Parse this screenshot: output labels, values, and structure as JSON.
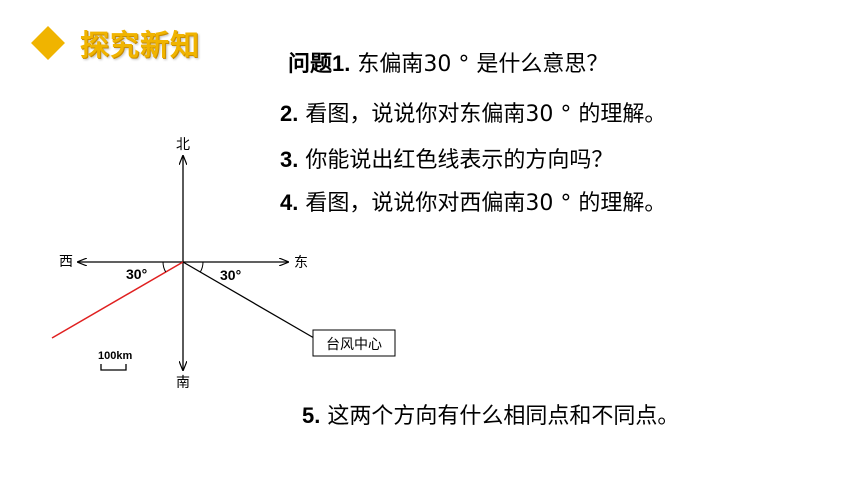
{
  "section": {
    "icon": "diamond-icon",
    "title": "探究新知",
    "color": "#f0b400"
  },
  "questions": {
    "q1": {
      "num": "问题1.",
      "text": " 东偏南30 ° 是什么意思？"
    },
    "q2": {
      "num": "2.",
      "text": " 看图，说说你对东偏南30 ° 的理解。"
    },
    "q3": {
      "num": "3.",
      "text": " 你能说出红色线表示的方向吗？"
    },
    "q4": {
      "num": "4.",
      "text": " 看图，说说你对西偏南30 ° 的理解。"
    },
    "q5": {
      "num": "5.",
      "text": " 这两个方向有什么相同点和不同点。"
    }
  },
  "diagram": {
    "north": "北",
    "south": "南",
    "east": "东",
    "west": "西",
    "angle_west": "30°",
    "angle_east": "30°",
    "typhoon_label": "台风中心",
    "scale_label": "100km",
    "red_line_color": "#e02020"
  }
}
